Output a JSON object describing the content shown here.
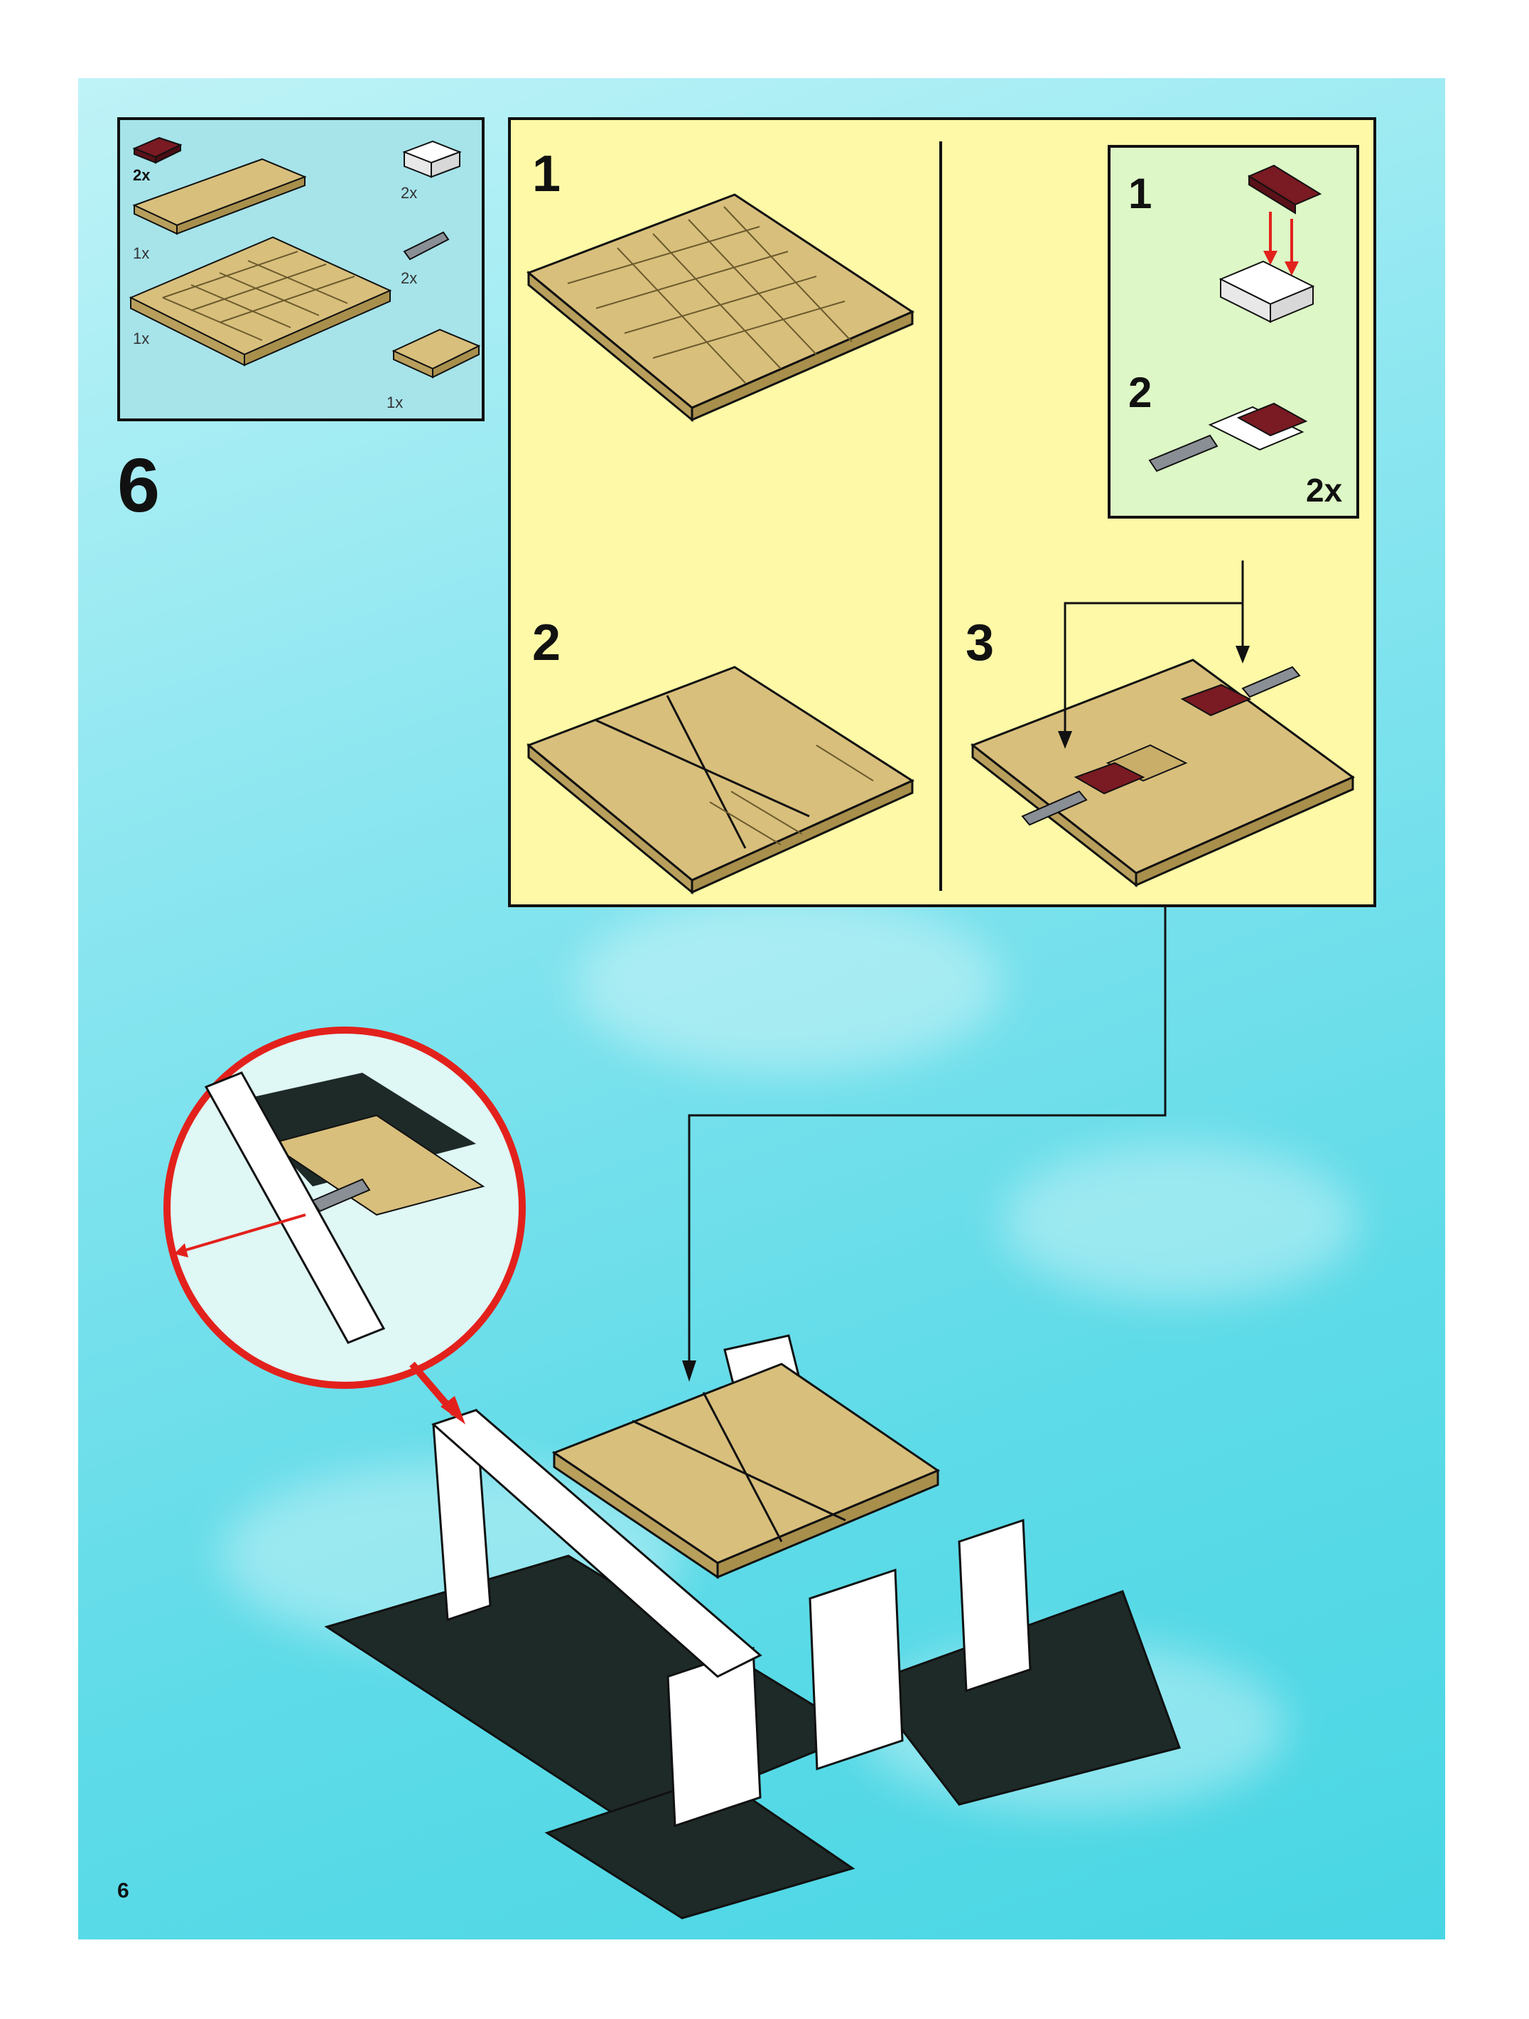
{
  "step_number": "6",
  "page_number": "6",
  "parts_list": {
    "items": [
      {
        "qty": "2x"
      },
      {
        "qty": "1x"
      },
      {
        "qty": "1x"
      },
      {
        "qty": "2x"
      },
      {
        "qty": "2x"
      },
      {
        "qty": "1x"
      }
    ]
  },
  "sub_assembly": {
    "steps": [
      "1",
      "2",
      "3"
    ]
  },
  "inner_sub_assembly": {
    "steps": [
      "1",
      "2"
    ],
    "multiplier": "2x"
  },
  "colors": {
    "page_background": "#5fdbe8",
    "parts_box": "#a6e4ea",
    "sub_assembly_box": "#fdf9a7",
    "inner_box": "#ddf7c6",
    "tan_brick": "#d8bf7c",
    "dark_red_brick": "#7a1a22",
    "black_brick": "#1e2a28",
    "white_brick": "#ffffff",
    "callout_red": "#e3211c"
  }
}
